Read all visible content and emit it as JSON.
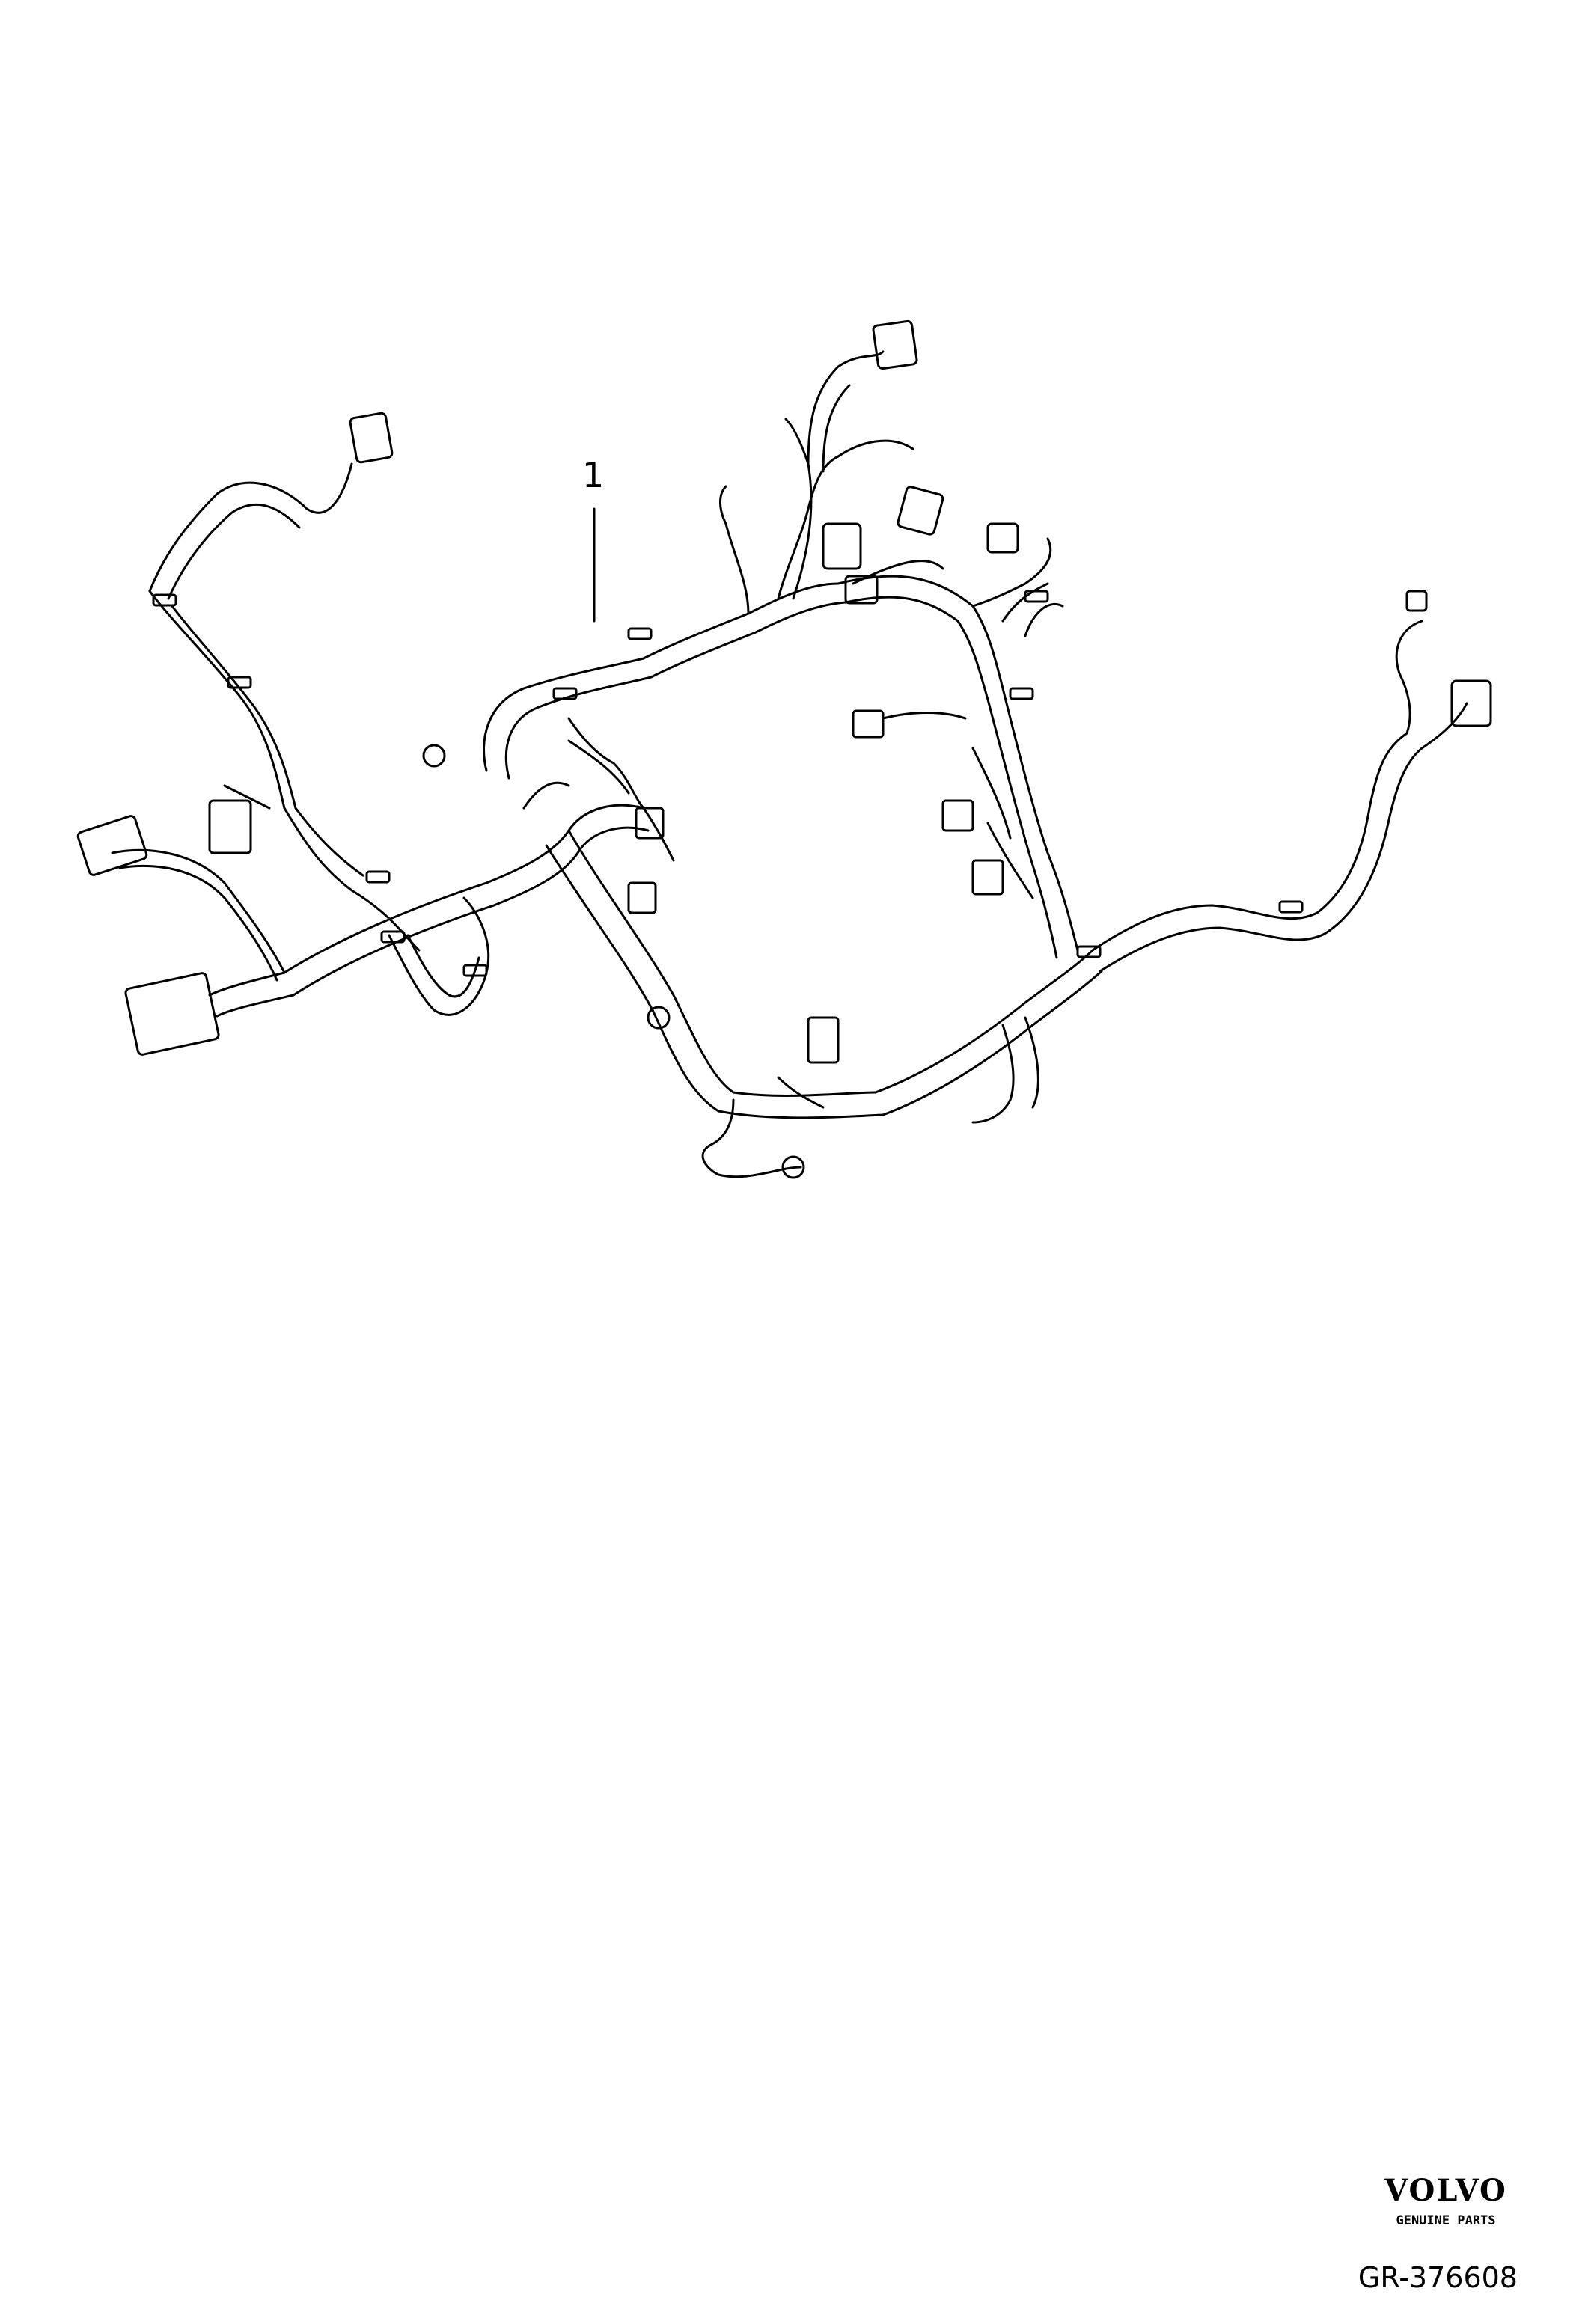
{
  "callouts": [
    {
      "label": "1"
    }
  ],
  "brand": {
    "wordmark": "VOLVO",
    "subtitle": "GENUINE PARTS"
  },
  "drawing_id": "GR-376608"
}
